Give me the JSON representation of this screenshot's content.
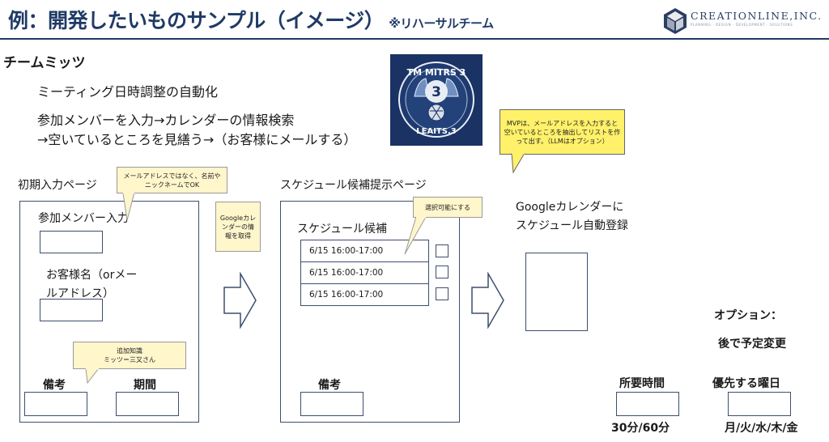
{
  "header": {
    "title": "例：開発したいものサンプル（イメージ）",
    "subtitle": "※リハーサルチーム",
    "logo_name": "CREATIONLINE,INC.",
    "logo_tagline": "PLANNING · DESIGN · DEVELOPMENT · SOLUTIONS"
  },
  "team": {
    "heading": "チームミッツ",
    "bullet1": "ミーティング日時調整の自動化",
    "bullet2": "参加メンバーを入力→カレンダーの情報検索",
    "bullet3": "→空いているところを見繕う→（お客様にメールする）",
    "badge_text_top": "TM MITRS 3",
    "badge_text_bottom": "LEAITS.3",
    "badge_number": "3"
  },
  "notes": {
    "mvp": "MVPは、メールアドレスを入力すると空いているところを抽出してリストを作って出す。（LLMはオプション）",
    "name_hint": "メールアドレスではなく、名前やニックネームでOK",
    "google_fetch": "Googleカレンダーの情報を取得",
    "knowledge": "追加知識\nミッツ＝三又さん",
    "selectable": "選択可能にする"
  },
  "page1": {
    "title": "初期入力ページ",
    "participants_label": "参加メンバー入力",
    "customer_label_line1": "お客様名（orメー",
    "customer_label_line2": "ルアドレス）",
    "remarks_label": "備考",
    "period_label": "期間"
  },
  "page2": {
    "title": "スケジュール候補提示ページ",
    "candidates_label": "スケジュール候補",
    "slots": [
      "6/15 16:00-17:00",
      "6/15 16:00-17:00",
      "6/15 16:00-17:00"
    ],
    "remarks_label": "備考"
  },
  "page3": {
    "line1": "Googleカレンダーに",
    "line2": "スケジュール自動登録"
  },
  "options": {
    "heading": "オプション：",
    "change": "後で予定変更",
    "duration_label": "所要時間",
    "duration_values": "30分/60分",
    "weekday_label": "優先する曜日",
    "weekday_values": "月/火/水/木/金"
  }
}
